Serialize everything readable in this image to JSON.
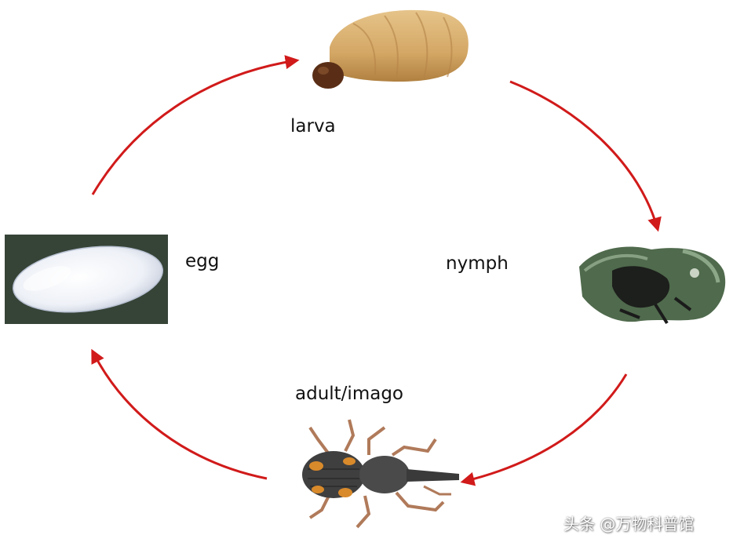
{
  "diagram": {
    "stages": {
      "egg": "egg",
      "larva": "larva",
      "nymph": "nymph",
      "adult": "adult/imago"
    },
    "watermark": "头条 @万物科普馆"
  },
  "colors": {
    "arrow": "#d11a1a",
    "egg_background": "#3b4a3c",
    "egg_body": "#eef1f7",
    "larva_body": "#d9b070",
    "larva_head": "#5a2e16",
    "nymph_body": "#4f6a4c",
    "beetle_body": "#3f3f3f",
    "beetle_spots": "#d98a2b",
    "beetle_legs": "#b07a5a"
  }
}
